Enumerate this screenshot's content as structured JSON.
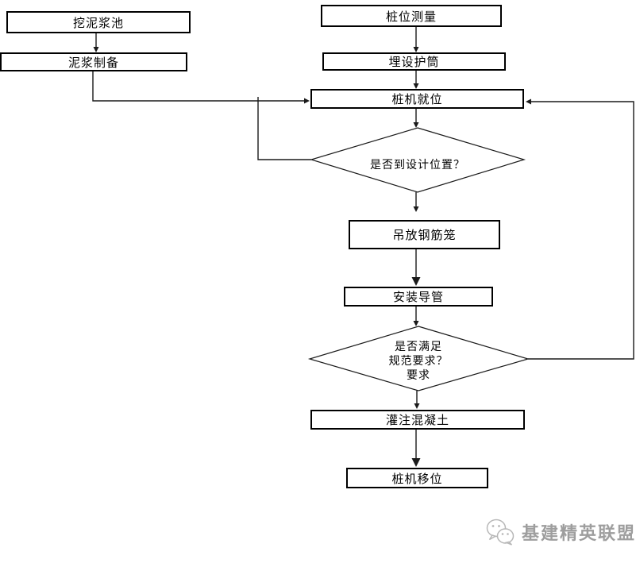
{
  "flowchart": {
    "nodes": {
      "dig_pool": "挖泥浆池",
      "slurry_prep": "泥浆制备",
      "pile_survey": "桩位测量",
      "casing_install": "埋设护筒",
      "rig_in_place": "桩机就位",
      "cage_lower": "吊放钢筋笼",
      "conduit_install": "安装导管",
      "pour_concrete": "灌注混凝土",
      "rig_move": "桩机移位"
    },
    "decisions": {
      "position_check": "是否到设计位置？",
      "spec_check_line1": "是否满足",
      "spec_check_line2": "规范要求？",
      "spec_check_line3": "要求"
    }
  },
  "watermark": {
    "brand": "基建精英联盟",
    "icon": "wechat-chat-bubbles-icon"
  },
  "colors": {
    "background": "#ffffff",
    "box_border": "#000000",
    "connector": "#1a1a1a",
    "watermark_text": "#9e9e9e"
  }
}
